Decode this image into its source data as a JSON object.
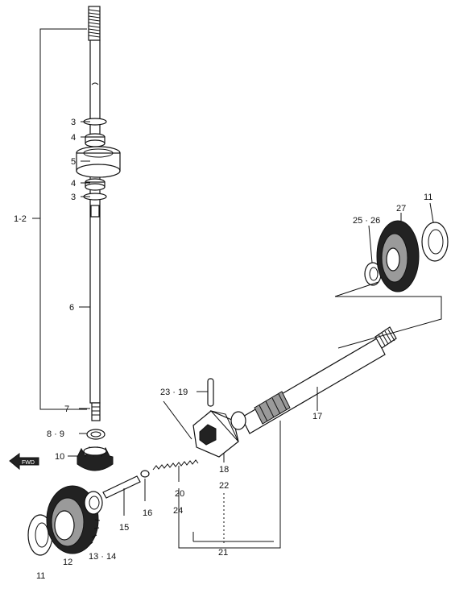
{
  "diagram": {
    "labels": {
      "l_12_bracket": "1-2",
      "l_3a": "3",
      "l_4a": "4",
      "l_5": "5",
      "l_4b": "4",
      "l_3b": "3",
      "l_6": "6",
      "l_7": "7",
      "l_89": "8 · 9",
      "l_10": "10",
      "l_11a": "11",
      "l_12": "12",
      "l_1314": "13 · 14",
      "l_15": "15",
      "l_16": "16",
      "l_20": "20",
      "l_24": "24",
      "l_2319": "23 · 19",
      "l_18": "18",
      "l_22": "22",
      "l_21": "21",
      "l_17": "17",
      "l_2526": "25 · 26",
      "l_27": "27",
      "l_11b": "11"
    },
    "fwd_arrow": "FWD"
  }
}
